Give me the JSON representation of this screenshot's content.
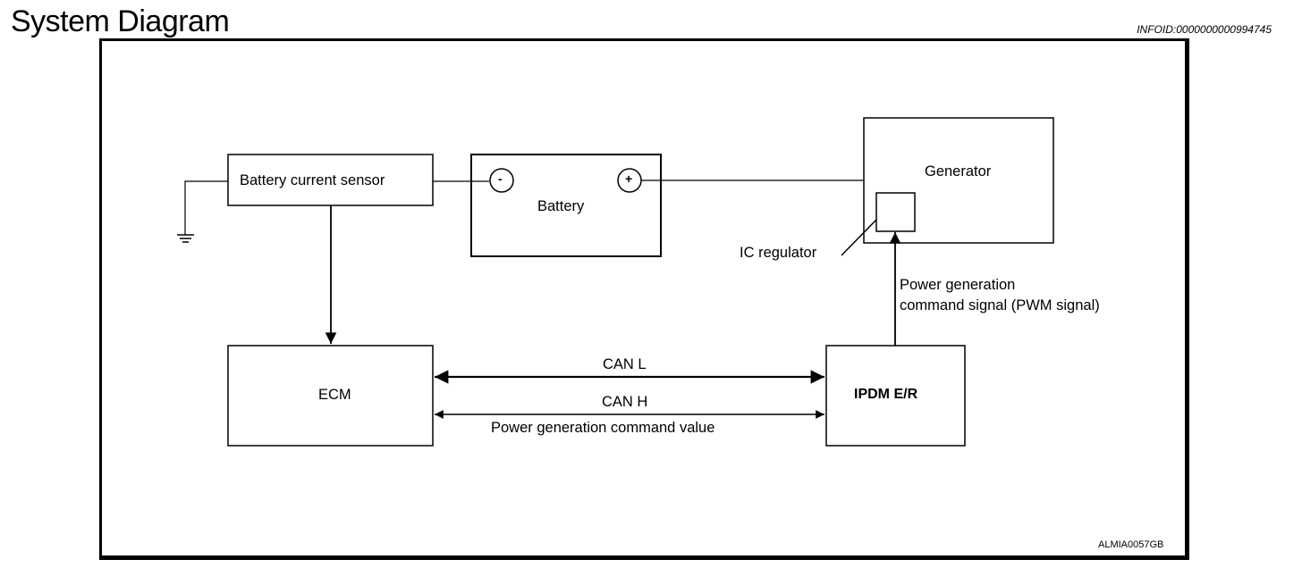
{
  "header": {
    "title": "System Diagram",
    "info_id": "INFOID:0000000000994745"
  },
  "figure_ref": "ALMIA0057GB",
  "blocks": {
    "battery_current_sensor": "Battery current sensor",
    "battery": "Battery",
    "battery_negative": "-",
    "battery_positive": "+",
    "generator": "Generator",
    "ic_regulator": "IC regulator",
    "ecm": "ECM",
    "ipdm": "IPDM E/R"
  },
  "signals": {
    "pwm_line1": "Power generation",
    "pwm_line2": "command signal (PWM signal)",
    "can_l": "CAN L",
    "can_h": "CAN H",
    "command_value": "Power generation command value"
  }
}
